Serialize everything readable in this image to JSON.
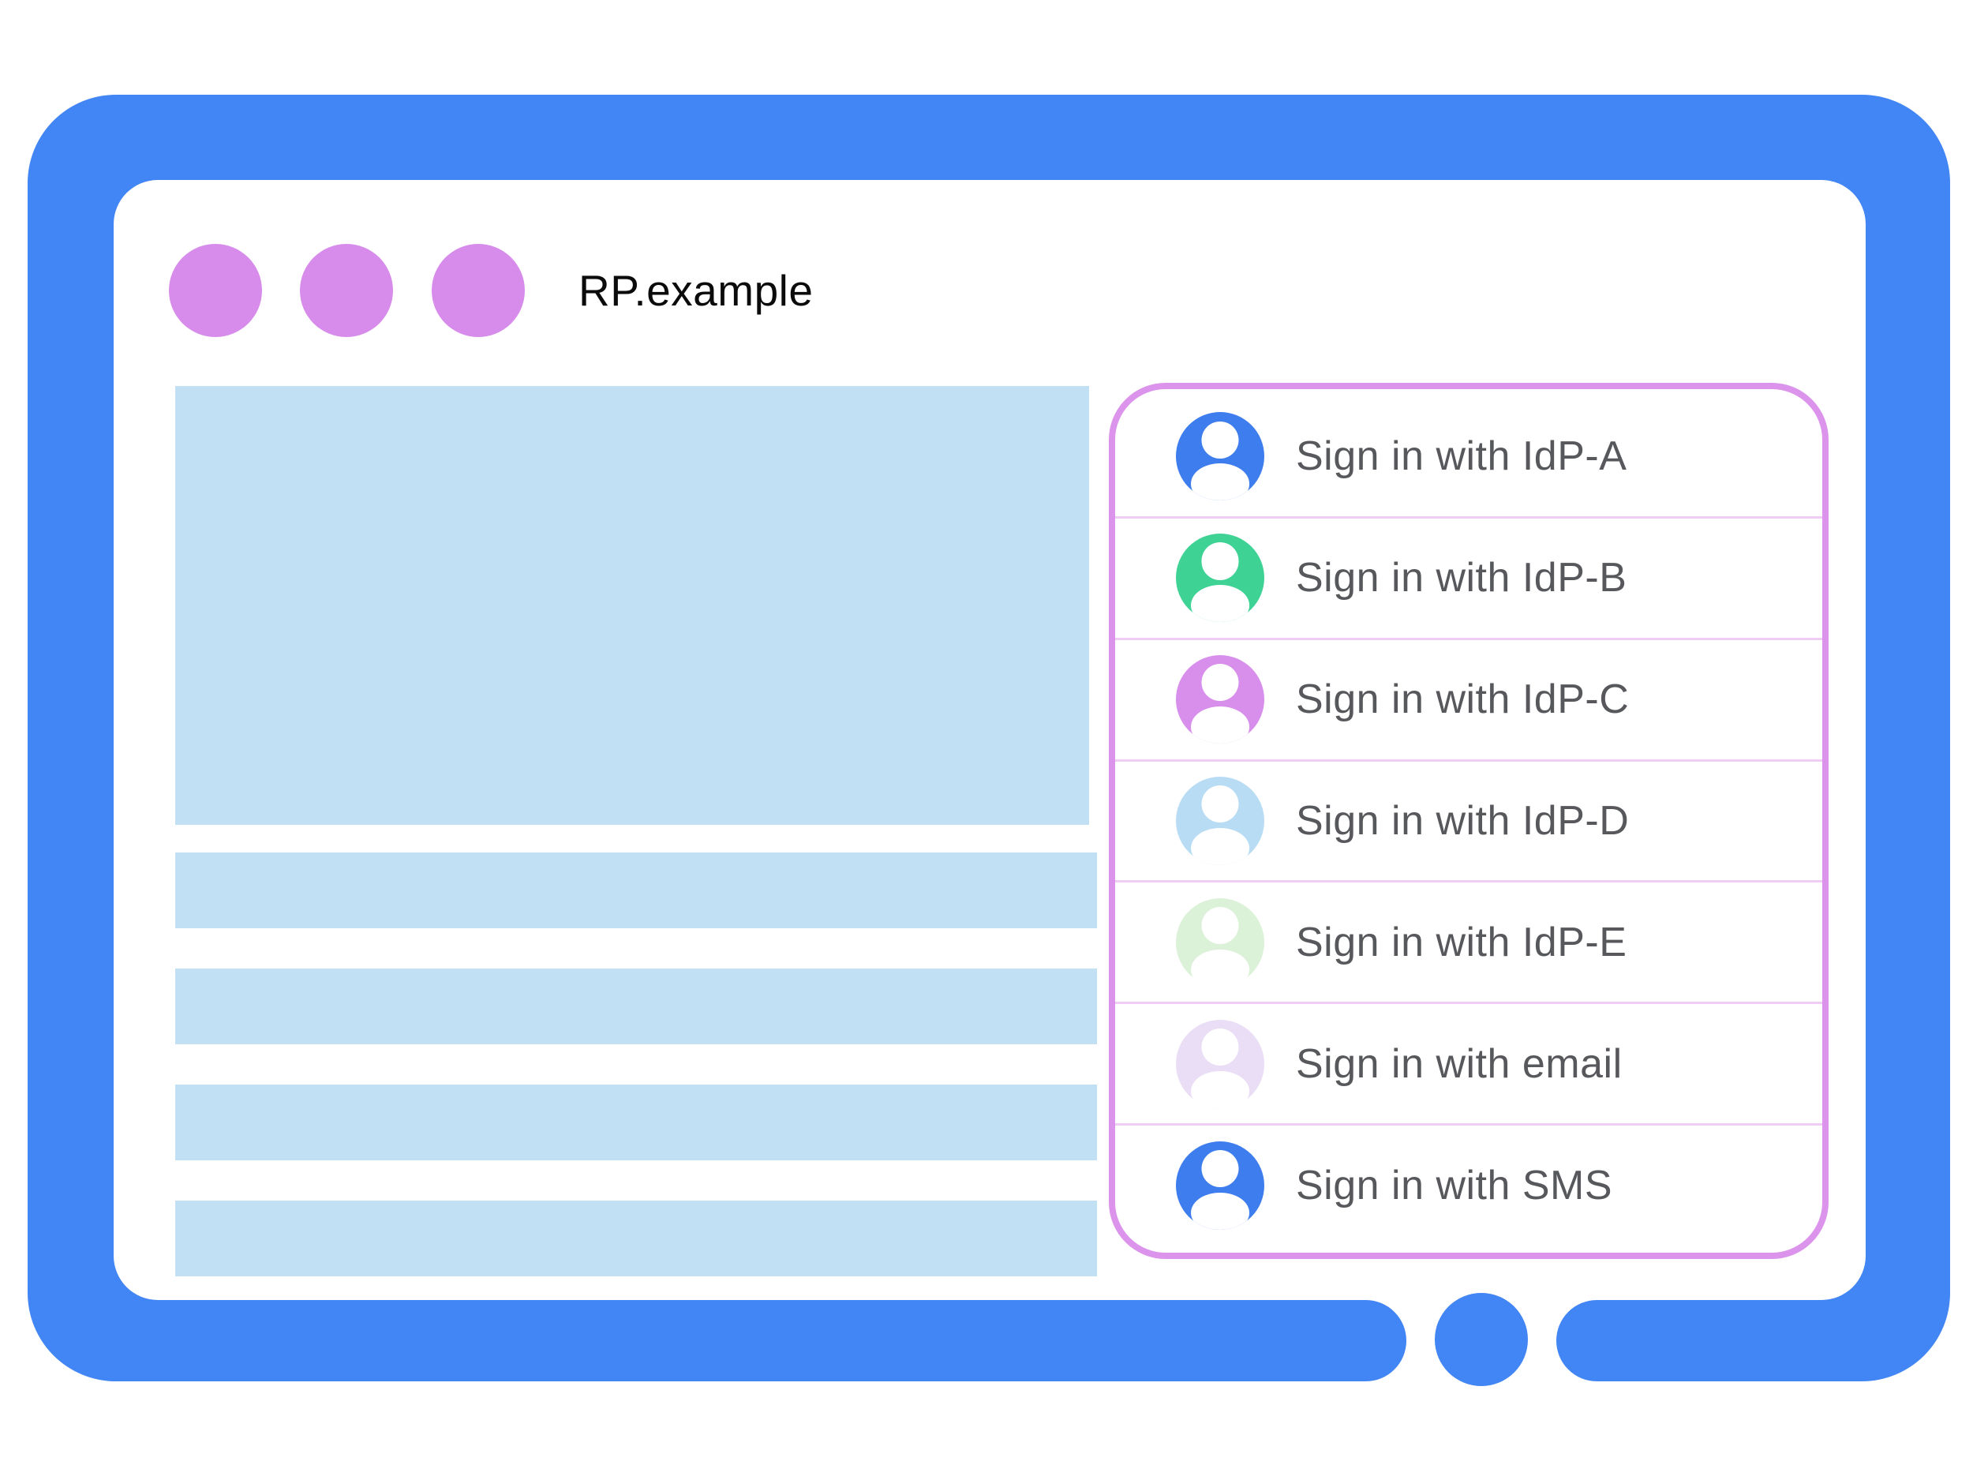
{
  "window": {
    "title": "RP.example",
    "control_dots": [
      "dot-1",
      "dot-2",
      "dot-3"
    ]
  },
  "content": {
    "placeholders": [
      "hero-block",
      "text-line-1",
      "text-line-2",
      "text-line-3",
      "text-line-4"
    ]
  },
  "dialog": {
    "items": [
      {
        "label": "Sign in with IdP-A",
        "avatar_color": "#3E7DEE"
      },
      {
        "label": "Sign in with IdP-B",
        "avatar_color": "#3FD295"
      },
      {
        "label": "Sign in with IdP-C",
        "avatar_color": "#D88FEC"
      },
      {
        "label": "Sign in with IdP-D",
        "avatar_color": "#B9DCF5"
      },
      {
        "label": "Sign in with IdP-E",
        "avatar_color": "#DCF2D8"
      },
      {
        "label": "Sign in with email",
        "avatar_color": "#EADEF6"
      },
      {
        "label": "Sign in with SMS",
        "avatar_color": "#3E7DEE"
      }
    ]
  },
  "colors": {
    "frame-blue": "#4285F4",
    "dot-purple": "#D78CEB",
    "block-blue": "#C1E0F3",
    "dialog-border": "#DB93EC",
    "divider": "#EFCDF4",
    "label-gray": "#57585C"
  }
}
